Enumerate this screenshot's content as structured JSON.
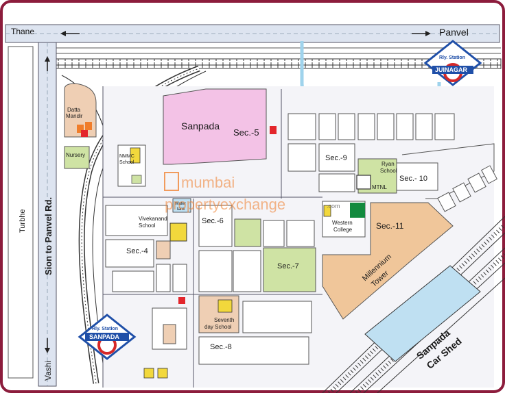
{
  "roads": {
    "highway_left": "Thane",
    "highway_right": "Panvel",
    "sion_panvel": "Sion to Panvel Rd.",
    "turbhe": "Turbhe",
    "vashi": "Vashi"
  },
  "sectors": {
    "sanpada": "Sanpada",
    "sec5": "Sec.-5",
    "sec9": "Sec.-9",
    "sec10": "Sec.- 10",
    "sec6": "Sec.-6",
    "sec11": "Sec.-11",
    "sec4": "Sec.-4",
    "sec7": "Sec.-7",
    "sec8": "Sec.-8"
  },
  "places": {
    "datta_mandir_1": "Datta",
    "datta_mandir_2": "Mandir",
    "nursery": "Nursery",
    "nmmc_1": "NMMC",
    "nmmc_2": "School",
    "water_tank_1": "Water",
    "water_tank_2": "tank",
    "vivekanand_1": "Vivekanand",
    "vivekanand_2": "School",
    "ryan_1": "Ryan",
    "ryan_2": "School",
    "mtnl": "MTNL",
    "western_1": "Western",
    "western_2": "College",
    "millennium_1": "Millennium",
    "millennium_2": "Tower",
    "seventh_1": "Seventh",
    "seventh_2": "day School",
    "car_shed_1": "Sanpada",
    "car_shed_2": "Car Shed"
  },
  "stations": {
    "juinagar_tag": "Rly. Station",
    "juinagar": "JUINAGAR",
    "sanpada_tag": "Rly. Station",
    "sanpada": "SANPADA"
  },
  "watermark": {
    "line1": "mumbai",
    "line2": "propertyexchange",
    "suffix": ".com"
  },
  "colors": {
    "frame": "#8c1c3c",
    "road": "#f4f4f8",
    "road_edge": "#555566",
    "highway": "#dde4f0",
    "water": "#9fd3ec",
    "sector5": "#f3c2e6",
    "sector11": "#f0c69a",
    "green": "#cfe3a4",
    "tan": "#efcfb4",
    "school": "#f2d83c",
    "dark_green": "#128a3e",
    "red_marker": "#e3262c",
    "station_blue": "#1f4fa8",
    "station_red": "#d62828",
    "station_orange": "#f07d2a",
    "car_shed": "#bfe0f2"
  }
}
